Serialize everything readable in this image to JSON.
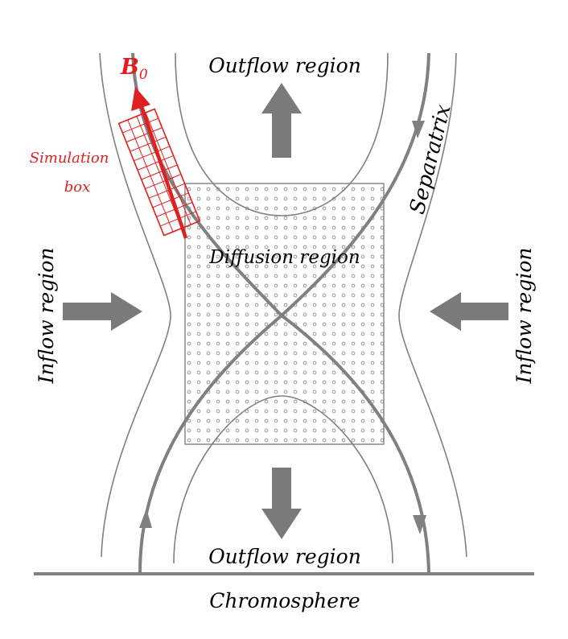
{
  "labels": {
    "outflow_top": "Outflow region",
    "outflow_bottom": "Outflow region",
    "inflow_left": "Inflow region",
    "inflow_right": "Inflow region",
    "diffusion": "Diffusion region",
    "separatrix": "Separatrix",
    "chromosphere": "Chromosphere",
    "simulation_line1": "Simulation",
    "simulation_line2": "box",
    "field_symbol": "B",
    "field_subscript": "0"
  },
  "colors": {
    "field_line": "#808080",
    "arrow_fill": "#7a7a7a",
    "highlight": "#e02020",
    "text": "#000000"
  }
}
